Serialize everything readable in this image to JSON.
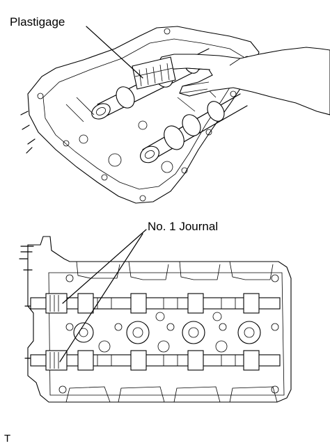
{
  "figure": {
    "callouts": {
      "plastigage": "Plastigage",
      "no1_journal": "No. 1 Journal"
    },
    "figure_code": "T"
  }
}
